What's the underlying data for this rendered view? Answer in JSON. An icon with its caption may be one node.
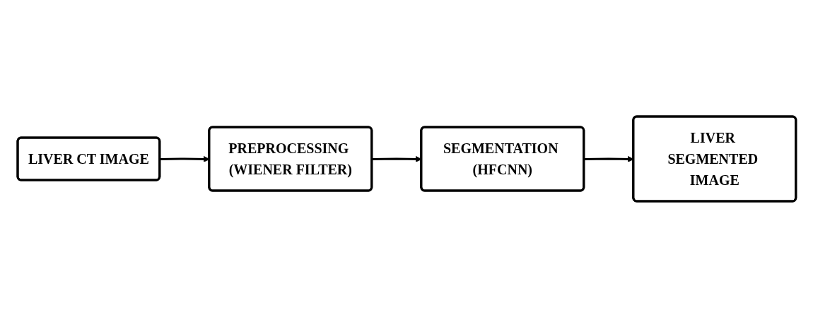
{
  "diagram": {
    "nodes": [
      {
        "text": [
          "LIVER CT IMAGE"
        ]
      },
      {
        "text": [
          "PREPROCESSING (WIENER FILTER)"
        ]
      },
      {
        "text": [
          "SEGMENTATION (HFCNN)"
        ]
      },
      {
        "text": [
          "LIVER SEGMENTED IMAGE"
        ]
      }
    ],
    "edges": [
      {
        "from": 0,
        "to": 1,
        "arrow": "to"
      },
      {
        "from": 1,
        "to": 2,
        "arrow": "to"
      },
      {
        "from": 2,
        "to": 3,
        "arrow": "to"
      }
    ]
  }
}
